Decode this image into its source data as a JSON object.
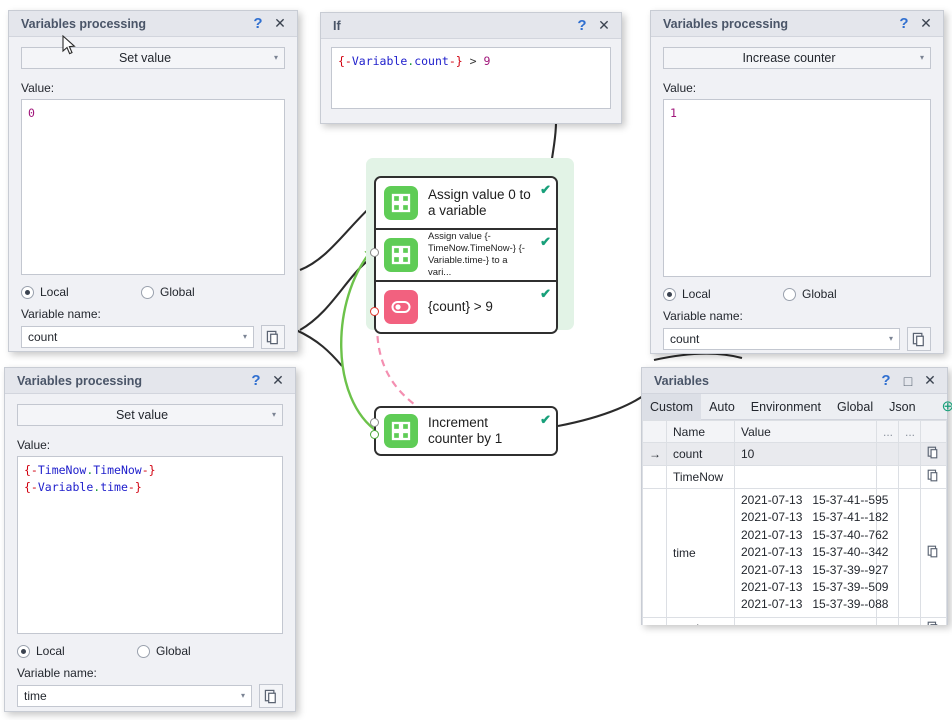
{
  "dialogs": {
    "set_value_count": {
      "title": "Variables processing",
      "action": "Set value",
      "value_label": "Value:",
      "code": [
        {
          "t": "0",
          "c": "num"
        }
      ],
      "radio_local": "Local",
      "radio_global": "Global",
      "selected_scope": "Local",
      "name_label": "Variable name:",
      "variable_name": "count",
      "help_glyph": "?",
      "close_glyph": "✕"
    },
    "if_dialog": {
      "title": "If",
      "code_parts": [
        {
          "t": "{-",
          "c": "brace"
        },
        {
          "t": "Variable",
          "c": "ident"
        },
        {
          "t": ".",
          "c": "dot"
        },
        {
          "t": "count",
          "c": "ident"
        },
        {
          "t": "-}",
          "c": "brace"
        },
        {
          "t": " > ",
          "c": "op"
        },
        {
          "t": "9",
          "c": "num"
        }
      ],
      "help_glyph": "?",
      "close_glyph": "✕"
    },
    "increase_counter": {
      "title": "Variables processing",
      "action": "Increase counter",
      "value_label": "Value:",
      "code": [
        {
          "t": "1",
          "c": "num"
        }
      ],
      "radio_local": "Local",
      "radio_global": "Global",
      "selected_scope": "Local",
      "name_label": "Variable name:",
      "variable_name": "count",
      "help_glyph": "?",
      "close_glyph": "✕"
    },
    "set_value_time": {
      "title": "Variables processing",
      "action": "Set value",
      "value_label": "Value:",
      "code_lines": [
        [
          {
            "t": "{-",
            "c": "brace"
          },
          {
            "t": "TimeNow",
            "c": "ident"
          },
          {
            "t": ".",
            "c": "dot"
          },
          {
            "t": "TimeNow",
            "c": "ident"
          },
          {
            "t": "-}",
            "c": "brace"
          }
        ],
        [
          {
            "t": "{-",
            "c": "brace"
          },
          {
            "t": "Variable",
            "c": "ident"
          },
          {
            "t": ".",
            "c": "dot"
          },
          {
            "t": "time",
            "c": "ident"
          },
          {
            "t": "-}",
            "c": "brace"
          }
        ]
      ],
      "radio_local": "Local",
      "radio_global": "Global",
      "selected_scope": "Local",
      "name_label": "Variable name:",
      "variable_name": "time",
      "help_glyph": "?",
      "close_glyph": "✕"
    }
  },
  "flow": {
    "nodes": [
      {
        "icon": "grid-icon",
        "icon_color": "#5fcc56",
        "label": "Assign value 0 to a variable",
        "checked": true,
        "small": false
      },
      {
        "icon": "grid-icon",
        "icon_color": "#5fcc56",
        "label": "Assign value {-TimeNow.TimeNow-} {-Variable.time-} to a vari...",
        "checked": true,
        "small": true
      },
      {
        "icon": "toggle-icon",
        "icon_color": "#f2617f",
        "label": "{count} > 9",
        "checked": true,
        "small": false
      }
    ],
    "increment_node": {
      "icon": "grid-icon",
      "icon_color": "#5fcc56",
      "label": "Increment counter by 1",
      "checked": true
    },
    "check_glyph": "✔"
  },
  "variables_panel": {
    "title": "Variables",
    "help_glyph": "?",
    "maximize_glyph": "□",
    "close_glyph": "✕",
    "add_glyph": "⊕",
    "caret_glyph": "▾",
    "tabs": [
      {
        "label": "Custom",
        "active": true
      },
      {
        "label": "Auto",
        "active": false
      },
      {
        "label": "Environment",
        "active": false
      },
      {
        "label": "Global",
        "active": false
      },
      {
        "label": "Json",
        "active": false
      }
    ],
    "columns": [
      "",
      "Name",
      "Value",
      "...",
      "...",
      ""
    ],
    "rows": [
      {
        "marker": "→",
        "name": "count",
        "value": "10",
        "selected": true,
        "copy": true
      },
      {
        "marker": "",
        "name": "TimeNow",
        "value": "",
        "selected": false,
        "copy": true
      },
      {
        "marker": "",
        "name": "time",
        "value": "2021-07-13   15-37-41--595\n2021-07-13   15-37-41--182\n2021-07-13   15-37-40--762\n2021-07-13   15-37-40--342\n2021-07-13   15-37-39--927\n2021-07-13   15-37-39--509\n2021-07-13   15-37-39--088",
        "selected": false,
        "copy": true
      },
      {
        "marker": "",
        "name": "result",
        "value": "",
        "selected": false,
        "copy": true
      }
    ]
  },
  "colors": {
    "accent_green": "#5fcc56",
    "accent_pink": "#f2617f",
    "check_teal": "#18a07a",
    "title_text": "#4a5568",
    "group_bg": "#e2f3e6"
  }
}
